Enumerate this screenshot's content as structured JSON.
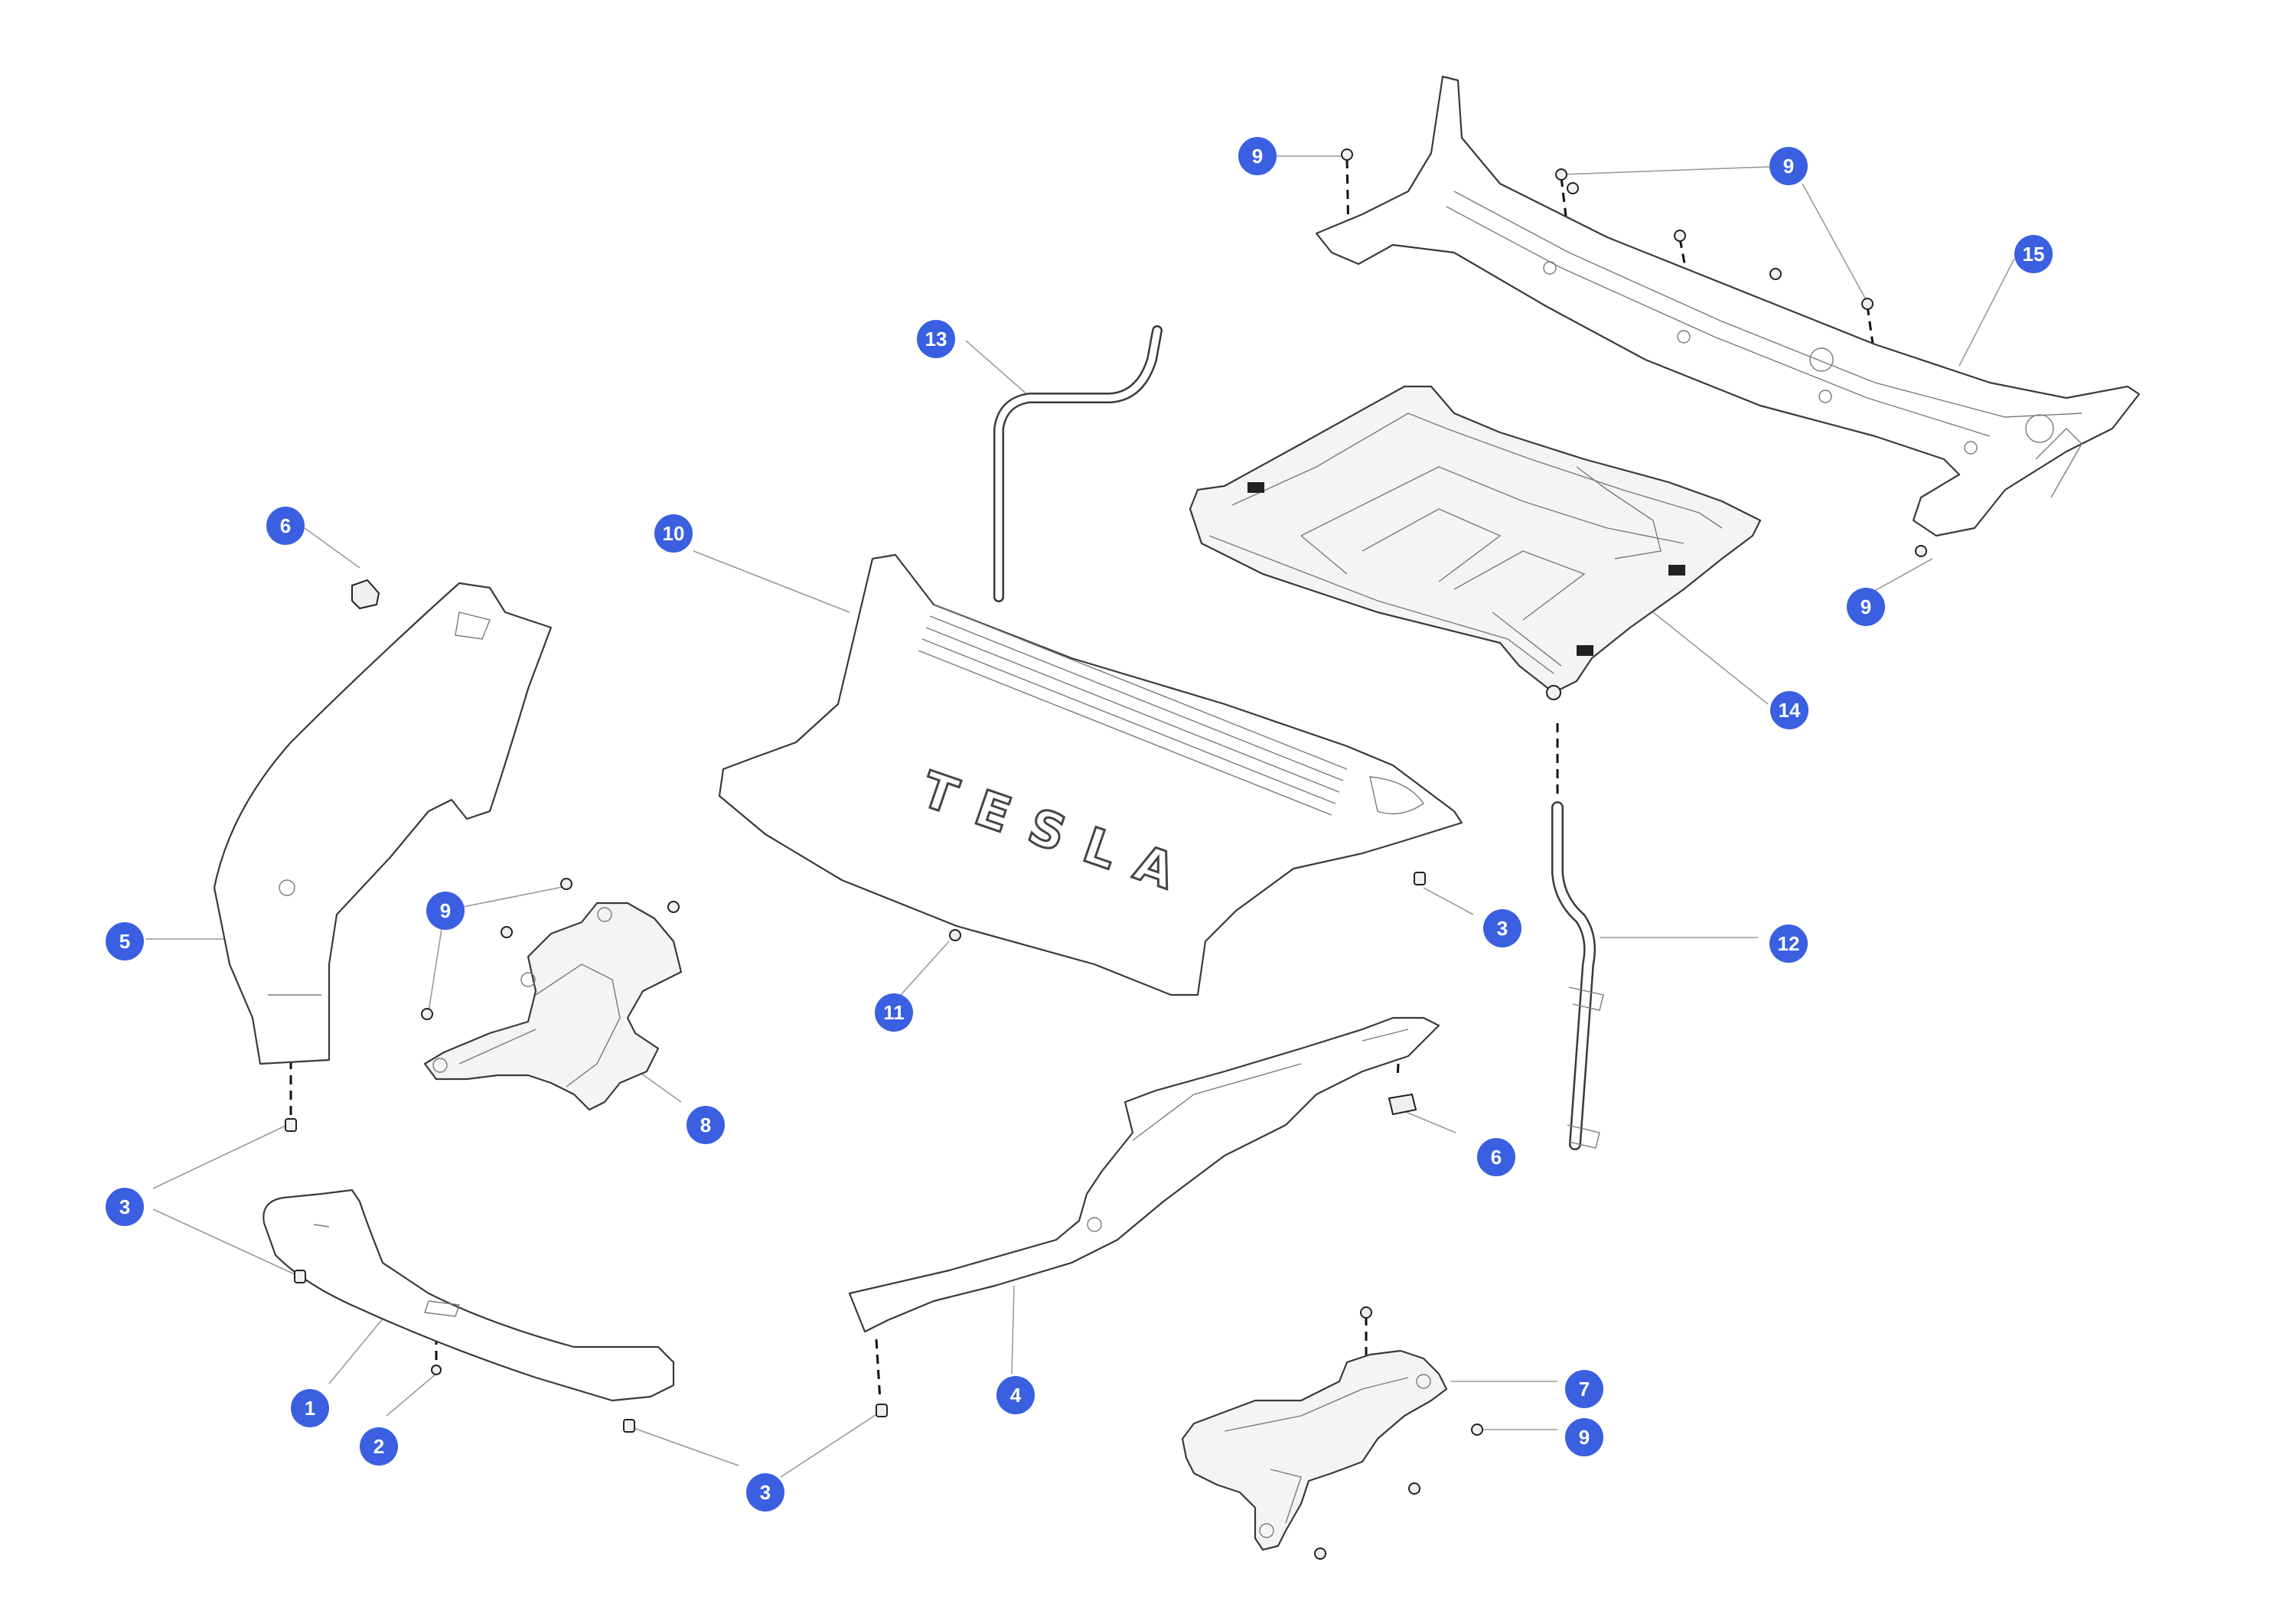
{
  "diagram": {
    "logo_text": "TESLA",
    "callout_color": "#3a5fe0",
    "callouts": [
      {
        "id": "c9-top-left",
        "label": "9"
      },
      {
        "id": "c9-top-right",
        "label": "9"
      },
      {
        "id": "c15",
        "label": "15"
      },
      {
        "id": "c13",
        "label": "13"
      },
      {
        "id": "c6-left",
        "label": "6"
      },
      {
        "id": "c10",
        "label": "10"
      },
      {
        "id": "c9-right",
        "label": "9"
      },
      {
        "id": "c14",
        "label": "14"
      },
      {
        "id": "c5",
        "label": "5"
      },
      {
        "id": "c9-mid-left",
        "label": "9"
      },
      {
        "id": "c3-mid-right",
        "label": "3"
      },
      {
        "id": "c12",
        "label": "12"
      },
      {
        "id": "c11",
        "label": "11"
      },
      {
        "id": "c8",
        "label": "8"
      },
      {
        "id": "c6-right",
        "label": "6"
      },
      {
        "id": "c3-left",
        "label": "3"
      },
      {
        "id": "c1",
        "label": "1"
      },
      {
        "id": "c2",
        "label": "2"
      },
      {
        "id": "c3-bottom",
        "label": "3"
      },
      {
        "id": "c4",
        "label": "4"
      },
      {
        "id": "c7",
        "label": "7"
      },
      {
        "id": "c9-bottom-right",
        "label": "9"
      }
    ]
  }
}
